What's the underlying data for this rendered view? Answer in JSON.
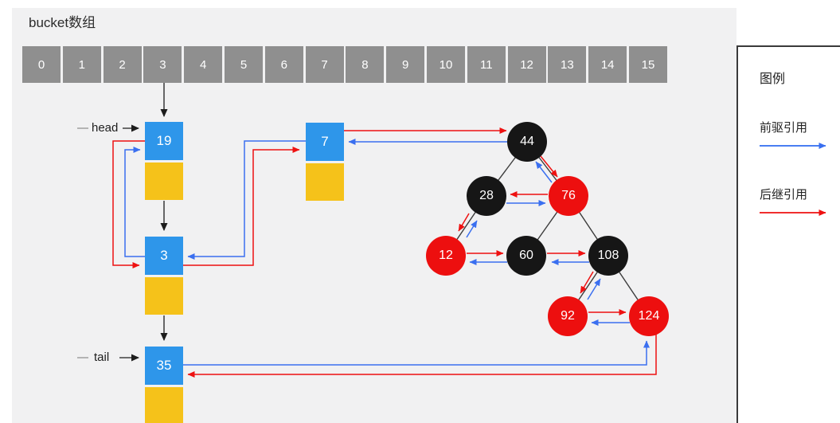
{
  "title": "bucket数组",
  "bucket_array": {
    "cells": [
      "0",
      "1",
      "2",
      "3",
      "4",
      "5",
      "6",
      "7",
      "8",
      "9",
      "10",
      "11",
      "12",
      "13",
      "14",
      "15"
    ],
    "cell_color": "#8f8f8f",
    "linked_bucket": "3"
  },
  "list_nodes": {
    "head": {
      "value": "19",
      "pointer_label": "head"
    },
    "second": {
      "value": "3"
    },
    "bucket7": {
      "value": "7"
    },
    "tail": {
      "value": "35",
      "pointer_label": "tail"
    },
    "value_color": "#2e96ea",
    "next_slot_color": "#f5c21a"
  },
  "pointer_labels": {
    "head": "head",
    "tail": "tail"
  },
  "tree": {
    "nodes": [
      {
        "value": "44",
        "color": "black"
      },
      {
        "value": "28",
        "color": "black"
      },
      {
        "value": "76",
        "color": "red"
      },
      {
        "value": "12",
        "color": "red"
      },
      {
        "value": "60",
        "color": "black"
      },
      {
        "value": "108",
        "color": "black"
      },
      {
        "value": "92",
        "color": "red"
      },
      {
        "value": "124",
        "color": "red"
      }
    ],
    "edges": [
      [
        "44",
        "28"
      ],
      [
        "44",
        "76"
      ],
      [
        "28",
        "12"
      ],
      [
        "76",
        "60"
      ],
      [
        "76",
        "108"
      ],
      [
        "108",
        "92"
      ],
      [
        "108",
        "124"
      ]
    ],
    "black_node_color": "#161616",
    "red_node_color": "#ed0f0f"
  },
  "links": {
    "list_order": [
      "19",
      "3",
      "7",
      "44",
      "76",
      "28",
      "12",
      "60",
      "108",
      "92",
      "124",
      "35"
    ],
    "predecessor_color": "#3a6ff0",
    "successor_color": "#ee1111"
  },
  "legend": {
    "title": "图例",
    "items": [
      {
        "label": "前驱引用",
        "color": "#2f6bf0"
      },
      {
        "label": "后继引用",
        "color": "#ee1111"
      }
    ]
  }
}
